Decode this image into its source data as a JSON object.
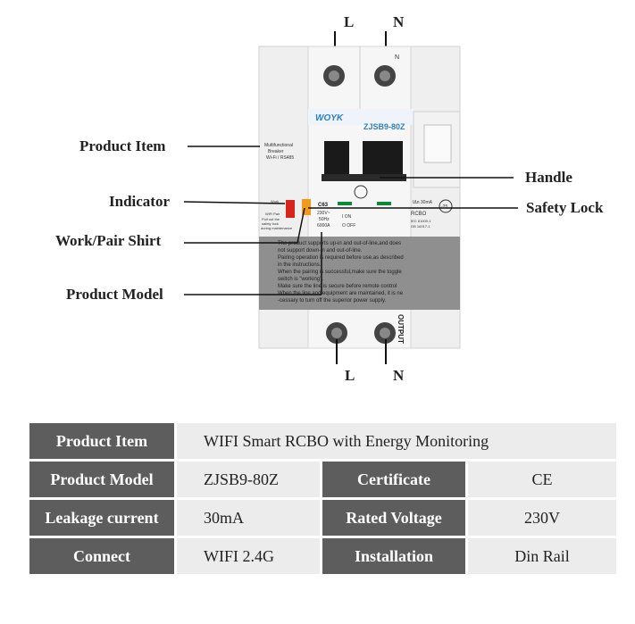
{
  "terminals": {
    "top_left": "L",
    "top_right": "N",
    "bottom_left": "L",
    "bottom_right": "N"
  },
  "callouts": {
    "product_item": "Product Item",
    "indicator": "Indicator",
    "work_pair_shirt": "Work/Pair Shirt",
    "product_model": "Product Model",
    "handle": "Handle",
    "safety_lock": "Safety Lock"
  },
  "device": {
    "brand": "WOYK",
    "model": "ZJSB9-80Z",
    "top_n": "N",
    "multifunctional": [
      "Multifunctional",
      "Breaker",
      "Wi-Fi / RS485"
    ],
    "side_small": [
      "Work",
      "WiFi Pair",
      "Pull out the",
      "safety lock",
      "during maintenance"
    ],
    "c63": "C63",
    "ratings": [
      "230V~",
      "50Hz",
      "6000A"
    ],
    "on": "I ON",
    "off": "O OFF",
    "leakage": "IΔn 30mA",
    "rcbo": "RCBO",
    "std1": "IEC 61009-1",
    "std2": "GB 16917-1",
    "temp": "-25",
    "output": "OUTPUT",
    "instructions": [
      "The product supports up-in and out-of-line,and does",
      "not support down-in and out-of-line.",
      "Pairing operation is required before use,as described",
      "in the instructions.",
      "When the pairing is successful,make sure the toggle",
      "switch is \"working\".",
      "Make sure the line is secure before remote control",
      "When the line and equipment are maintained, it is ne",
      "-cessary to turn off the superior power supply."
    ]
  },
  "spec_table": {
    "row1": {
      "h1": "Product Item",
      "v1": "WIFI Smart RCBO with Energy Monitoring"
    },
    "row2": {
      "h1": "Product Model",
      "v1": "ZJSB9-80Z",
      "h2": "Certificate",
      "v2": "CE"
    },
    "row3": {
      "h1": "Leakage current",
      "v1": "30mA",
      "h2": "Rated Voltage",
      "v2": "230V"
    },
    "row4": {
      "h1": "Connect",
      "v1": "WIFI 2.4G",
      "h2": "Installation",
      "v2": "Din Rail"
    }
  }
}
